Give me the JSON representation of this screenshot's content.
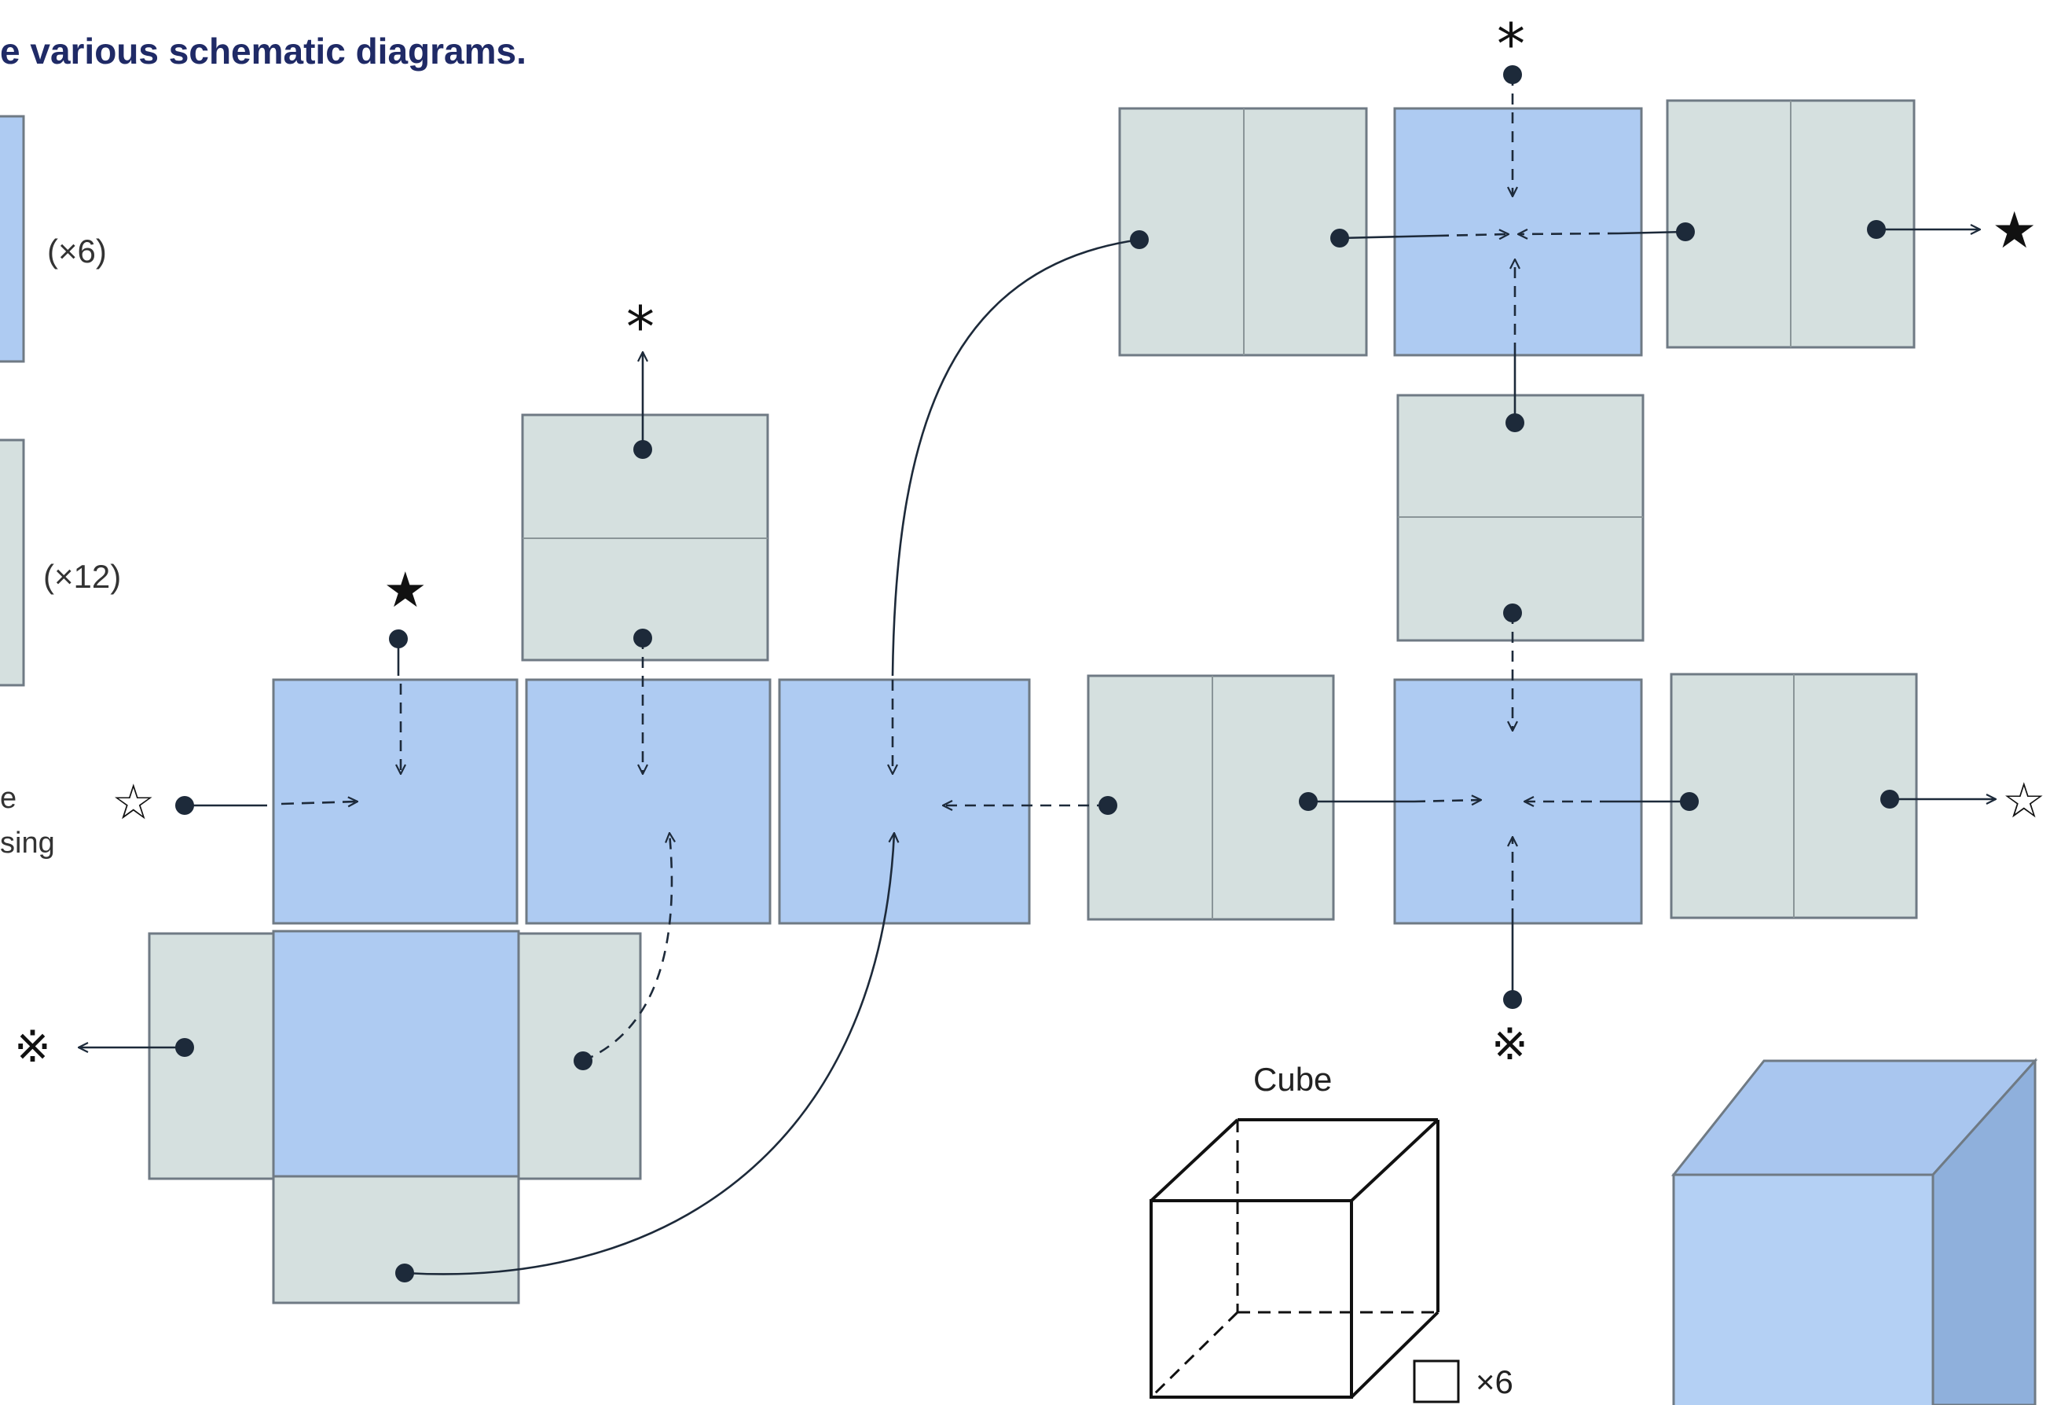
{
  "heading": "e various schematic diagrams.",
  "legend": {
    "blue_count": "(×6)",
    "gray_count": "(×12)",
    "note_line1": "e",
    "note_line2": "sing"
  },
  "symbols": {
    "asterisk": "*",
    "star_filled": "★",
    "star_outline": "☆",
    "reference_mark": "※"
  },
  "cube_label": "Cube",
  "unit_count": "×6",
  "colors": {
    "blue_square": "#aecbf2",
    "gray_square": "#d5e0df",
    "outline": "#6f7a84",
    "line": "#1d2a3a",
    "heading": "#1f2a66"
  }
}
